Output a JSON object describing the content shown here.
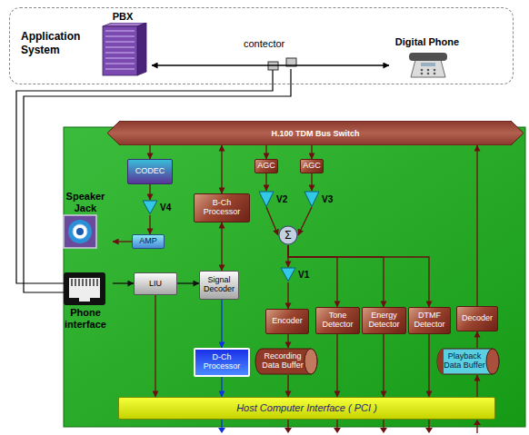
{
  "diagram": {
    "nodes": [
      {
        "text": [
          "Application System"
        ]
      },
      {
        "text": [
          "PBX"
        ],
        "in": 0
      },
      {
        "text": [
          "Digital Phone"
        ],
        "in": 0
      },
      {
        "text": [
          "H.100 TDM Bus Switch"
        ]
      },
      {
        "text": [
          "CODEC"
        ]
      },
      {
        "text": [
          "AGC"
        ]
      },
      {
        "text": [
          "AGC"
        ]
      },
      {
        "text": [
          "B-Ch Processor"
        ]
      },
      {
        "text": [
          "V4"
        ]
      },
      {
        "text": [
          "V2"
        ]
      },
      {
        "text": [
          "V3"
        ]
      },
      {
        "text": [
          "Σ"
        ]
      },
      {
        "text": [
          "Speaker Jack"
        ]
      },
      {
        "text": [
          "AMP"
        ]
      },
      {
        "text": [
          "V1"
        ]
      },
      {
        "text": [
          "Phone interface"
        ]
      },
      {
        "text": [
          "LIU"
        ]
      },
      {
        "text": [
          "Signal Decoder"
        ]
      },
      {
        "text": [
          "Encoder"
        ]
      },
      {
        "text": [
          "Tone Detector"
        ]
      },
      {
        "text": [
          "Energy Detector"
        ]
      },
      {
        "text": [
          "DTMF Detector"
        ]
      },
      {
        "text": [
          "Decoder"
        ]
      },
      {
        "text": [
          "D-Ch Processor"
        ]
      },
      {
        "text": [
          "Recording Data Buffer"
        ]
      },
      {
        "text": [
          "Playback Data Buffer"
        ]
      },
      {
        "text": [
          "Host Computer Interface ( PCI )"
        ]
      }
    ],
    "edges": [
      {
        "from": 1,
        "to": 2,
        "arrow": "both"
      },
      {
        "from": 3,
        "to": 4,
        "arrow": "to"
      },
      {
        "from": 3,
        "to": 5,
        "arrow": "to"
      },
      {
        "from": 3,
        "to": 6,
        "arrow": "to"
      },
      {
        "from": 7,
        "to": 3,
        "arrow": "both"
      },
      {
        "from": 4,
        "to": 8,
        "arrow": "to"
      },
      {
        "from": 8,
        "to": 13,
        "arrow": "to"
      },
      {
        "from": 13,
        "to": 12,
        "arrow": "to"
      },
      {
        "from": 5,
        "to": 9,
        "arrow": "to"
      },
      {
        "from": 6,
        "to": 10,
        "arrow": "to"
      },
      {
        "from": 9,
        "to": 11,
        "arrow": "to"
      },
      {
        "from": 10,
        "to": 11,
        "arrow": "to"
      },
      {
        "from": 11,
        "to": 14,
        "arrow": "to"
      },
      {
        "from": 11,
        "to": 19,
        "arrow": "to"
      },
      {
        "from": 11,
        "to": 20,
        "arrow": "to"
      },
      {
        "from": 11,
        "to": 21,
        "arrow": "to"
      },
      {
        "from": 14,
        "to": 18,
        "arrow": "to"
      },
      {
        "from": 18,
        "to": 24,
        "arrow": "to"
      },
      {
        "from": 24,
        "to": 26,
        "arrow": "to"
      },
      {
        "from": 15,
        "to": 16,
        "arrow": "to"
      },
      {
        "from": 16,
        "to": 17,
        "arrow": "to"
      },
      {
        "from": 17,
        "to": 7,
        "arrow": "both"
      },
      {
        "from": 17,
        "to": 23,
        "arrow": "to"
      },
      {
        "from": 23,
        "to": 26,
        "arrow": "to"
      },
      {
        "from": 19,
        "to": 26,
        "arrow": "to"
      },
      {
        "from": 20,
        "to": 26,
        "arrow": "to"
      },
      {
        "from": 21,
        "to": 26,
        "arrow": "to"
      },
      {
        "from": 26,
        "to": 25,
        "arrow": "to"
      },
      {
        "from": 25,
        "to": 22,
        "arrow": "to"
      },
      {
        "from": 22,
        "to": 3,
        "arrow": "to"
      },
      {
        "from": 16,
        "to": 26,
        "arrow": "to"
      }
    ],
    "labels": [
      "contector"
    ]
  }
}
